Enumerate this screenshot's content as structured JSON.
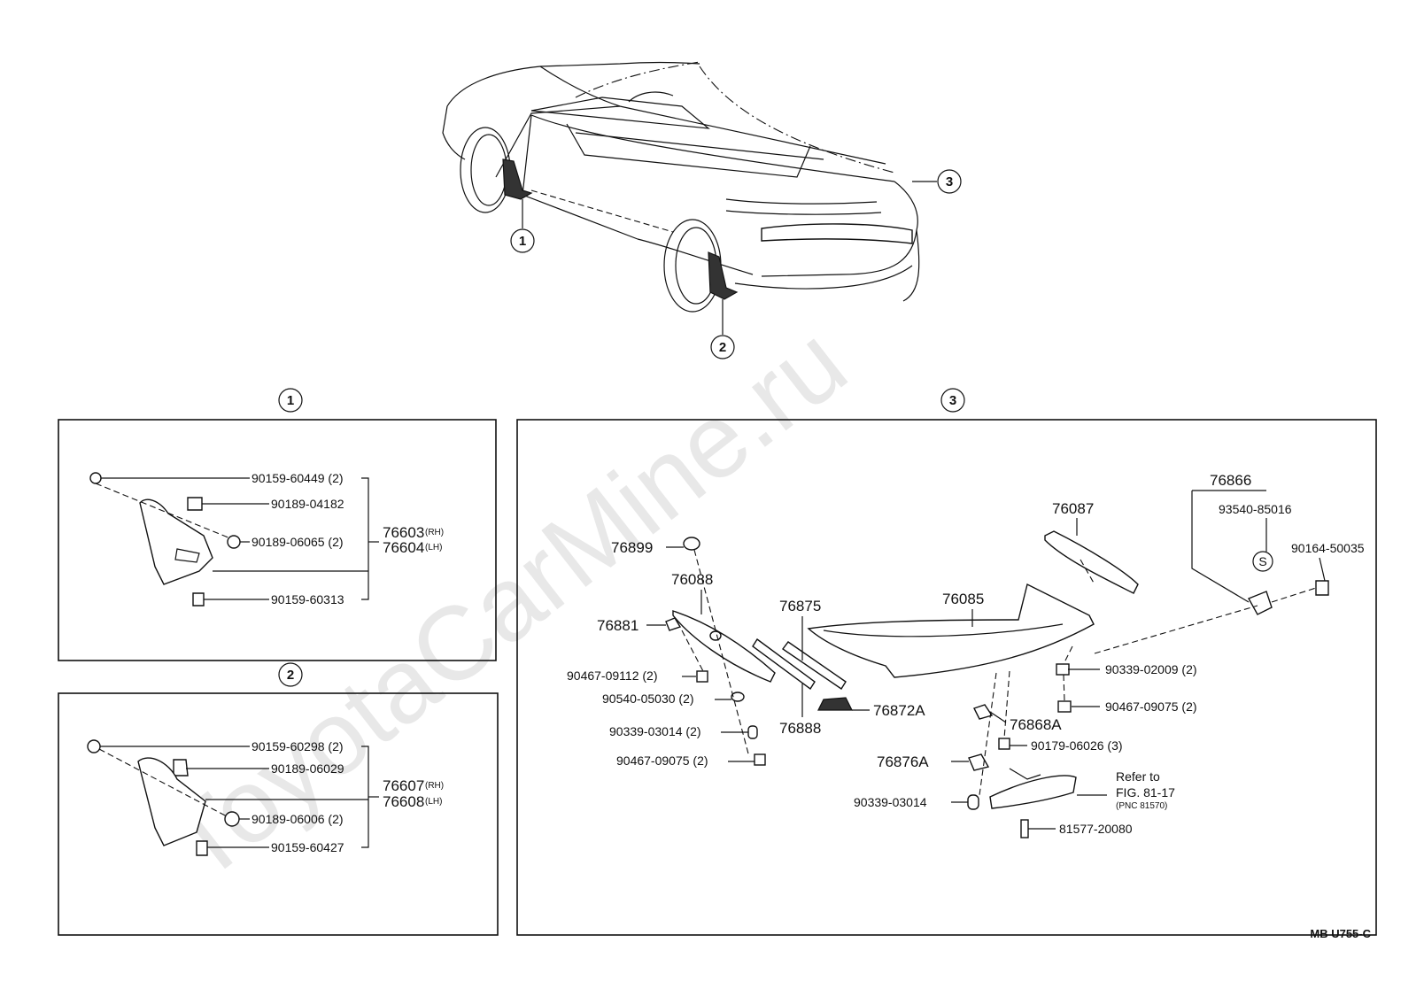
{
  "watermark": "ToyotaCarMine.ru",
  "footer_code": "MB U755-C",
  "callouts": {
    "c1": "1",
    "c2": "2",
    "c3": "3"
  },
  "panel1": {
    "labels": {
      "p1": "90159-60449 (2)",
      "p2": "90189-04182",
      "p3": "90189-06065 (2)",
      "p4": "90159-60313",
      "main_rh": "76603",
      "main_rh_tag": "(RH)",
      "main_lh": "76604",
      "main_lh_tag": "(LH)"
    }
  },
  "panel2": {
    "labels": {
      "p1": "90159-60298 (2)",
      "p2": "90189-06029",
      "p3": "90189-06006 (2)",
      "p4": "90159-60427",
      "main_rh": "76607",
      "main_rh_tag": "(RH)",
      "main_lh": "76608",
      "main_lh_tag": "(LH)"
    }
  },
  "panel3": {
    "labels": {
      "l76899": "76899",
      "l76088": "76088",
      "l76881": "76881",
      "l90467a": "90467-09112 (2)",
      "l90540": "90540-05030 (2)",
      "l90339a": "90339-03014 (2)",
      "l90467b": "90467-09075 (2)",
      "l76875": "76875",
      "l76888": "76888",
      "l76872a": "76872A",
      "l76085": "76085",
      "l76087": "76087",
      "l76866": "76866",
      "l93540": "93540-85016",
      "l90164": "90164-50035",
      "s_mark": "S",
      "l90339b": "90339-02009 (2)",
      "l90467c": "90467-09075 (2)",
      "l76868a": "76868A",
      "l90179": "90179-06026 (3)",
      "l76876a": "76876A",
      "l90339c": "90339-03014",
      "refer1": "Refer to",
      "refer2": "FIG. 81-17",
      "refer3": "(PNC 81570)",
      "l81577": "81577-20080"
    }
  }
}
